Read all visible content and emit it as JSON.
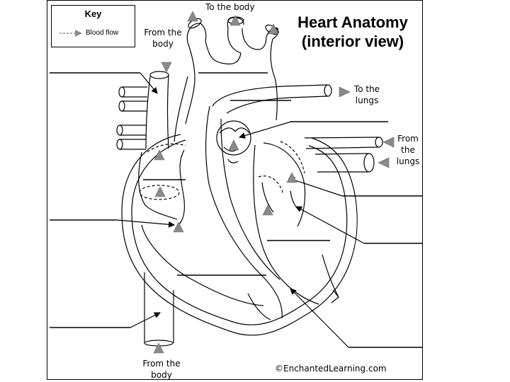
{
  "title": {
    "line1": "Heart Anatomy",
    "line2": "(interior view)"
  },
  "key": {
    "title": "Key",
    "blood_flow": "Blood flow"
  },
  "flow_labels": {
    "to_body_top": "To the body",
    "from_body_upper_1": "From the",
    "from_body_upper_2": "body",
    "to_lungs_1": "To the",
    "to_lungs_2": "lungs",
    "from_lungs_1": "From",
    "from_lungs_2": "the",
    "from_lungs_3": "lungs",
    "from_body_lower_1": "From the",
    "from_body_lower_2": "body"
  },
  "copyright": "©EnchantedLearning.com",
  "colors": {
    "line": "#000000",
    "flow_arrow": "#8a8a8a",
    "background": "#ffffff"
  }
}
